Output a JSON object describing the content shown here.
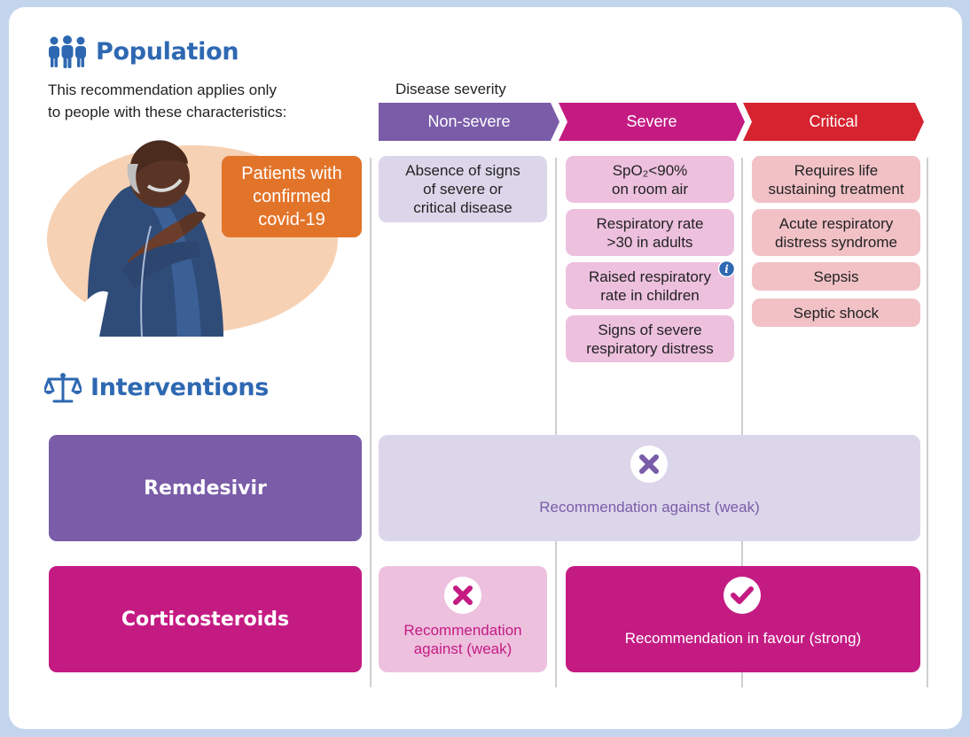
{
  "population": {
    "title": "Population",
    "description": "This recommendation applies only\nto people with these characteristics:",
    "patients_label": "Patients with\nconfirmed\ncovid-19"
  },
  "severity": {
    "header": "Disease severity",
    "columns": [
      {
        "label": "Non-severe",
        "color": "#7a5ca8"
      },
      {
        "label": "Severe",
        "color": "#c41b83"
      },
      {
        "label": "Critical",
        "color": "#d5232f"
      }
    ],
    "non_severe_items": [
      "Absence of signs\nof severe or\ncritical disease"
    ],
    "severe_items": [
      "SpO₂<90%\non room air",
      "Respiratory rate\n>30 in adults",
      "Raised respiratory\nrate in children",
      "Signs of severe\nrespiratory distress"
    ],
    "critical_items": [
      "Requires life\nsustaining treatment",
      "Acute respiratory\ndistress syndrome",
      "Sepsis",
      "Septic shock"
    ]
  },
  "interventions": {
    "title": "Interventions",
    "remdesivir": {
      "label": "Remdesivir",
      "recommendation": "Recommendation against (weak)",
      "icon": "cross-icon"
    },
    "corticosteroids": {
      "label": "Corticosteroids",
      "non_severe_recommendation": "Recommendation\nagainst (weak)",
      "severe_critical_recommendation": "Recommendation in favour (strong)",
      "icons": [
        "cross-icon",
        "check-icon"
      ]
    }
  },
  "colors": {
    "title_blue": "#2e68b2",
    "purple": "#7a5ca8",
    "magenta": "#c41b83",
    "red": "#d5232f",
    "orange": "#e2742a"
  }
}
